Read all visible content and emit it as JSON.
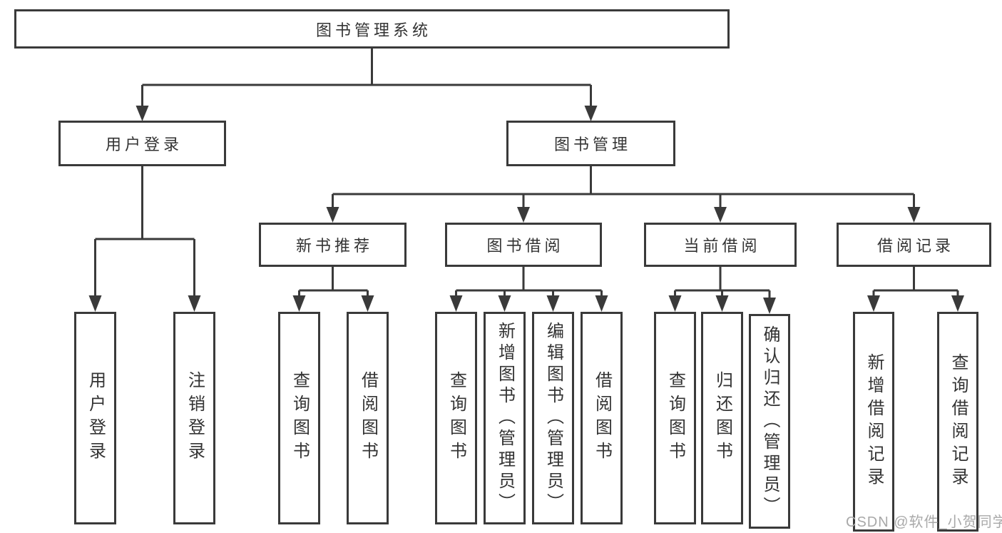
{
  "diagram": {
    "title": "图书管理系统",
    "branches": [
      {
        "label": "用户登录",
        "children": [
          {
            "label": "用户登录"
          },
          {
            "label": "注销登录"
          }
        ]
      },
      {
        "label": "图书管理",
        "children": [
          {
            "label": "新书推荐",
            "children": [
              {
                "label": "查询图书"
              },
              {
                "label": "借阅图书"
              }
            ]
          },
          {
            "label": "图书借阅",
            "children": [
              {
                "label": "查询图书"
              },
              {
                "label": "新增图书（管理员）"
              },
              {
                "label": "编辑图书（管理员）"
              },
              {
                "label": "借阅图书"
              }
            ]
          },
          {
            "label": "当前借阅",
            "children": [
              {
                "label": "查询图书"
              },
              {
                "label": "归还图书"
              },
              {
                "label": "确认归还（管理员）"
              }
            ]
          },
          {
            "label": "借阅记录",
            "children": [
              {
                "label": "新增借阅记录"
              },
              {
                "label": "查询借阅记录"
              }
            ]
          }
        ]
      }
    ],
    "line_color": "#3a3a3a"
  },
  "watermark": {
    "text": "CSDN @软件_小贺同学"
  }
}
